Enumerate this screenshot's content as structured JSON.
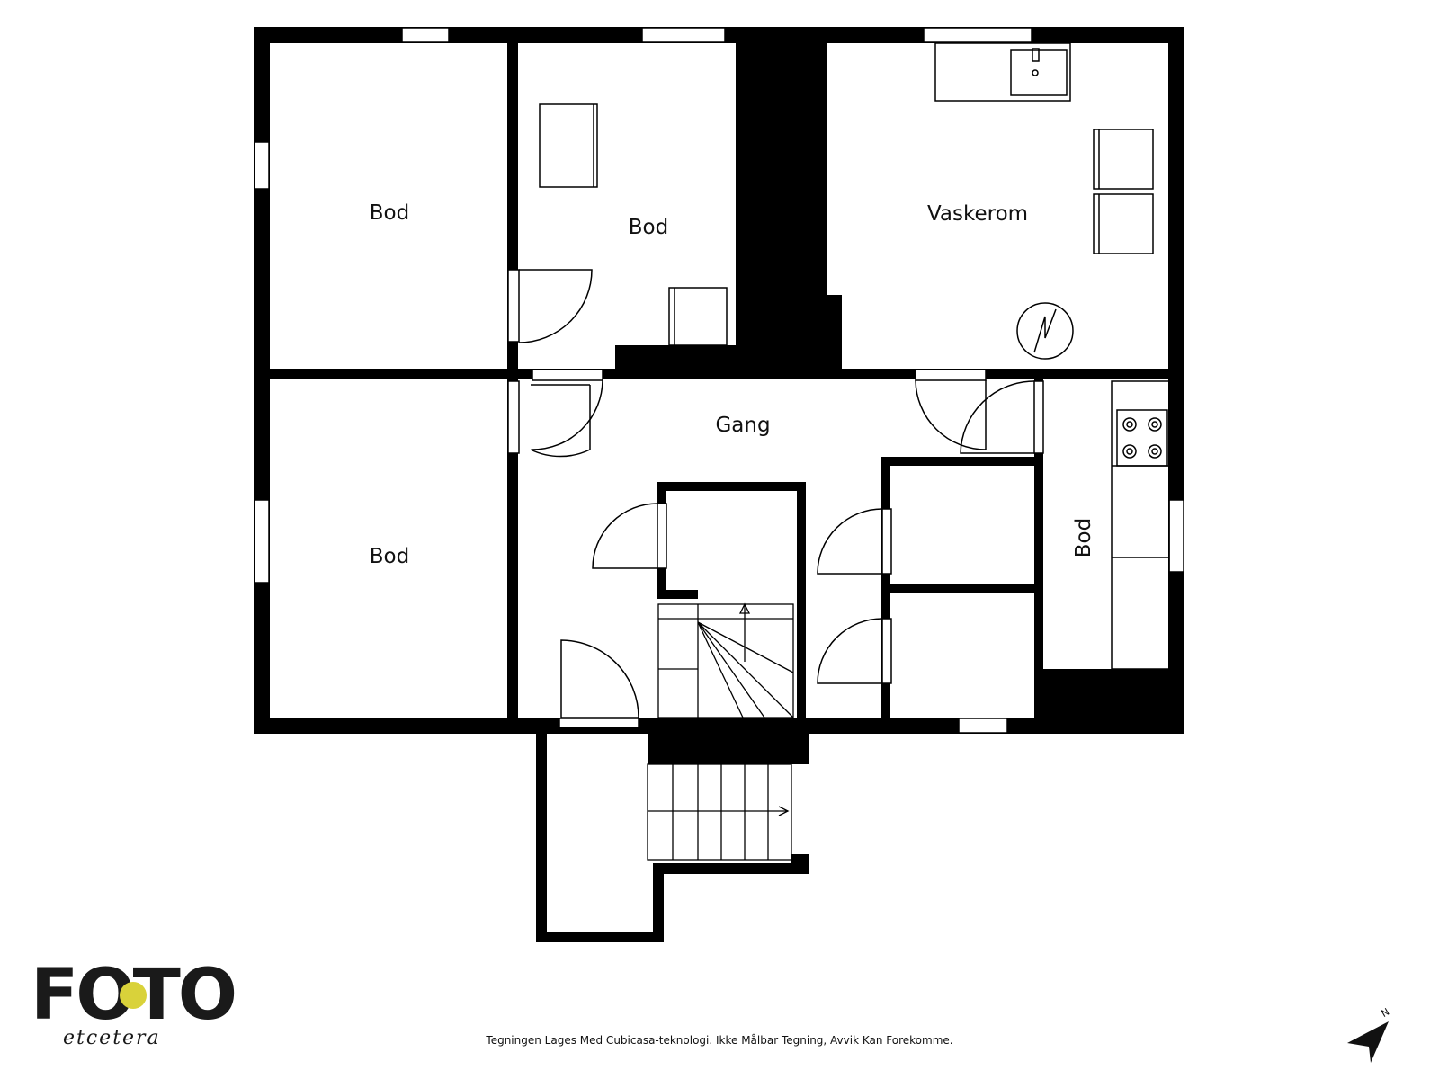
{
  "rooms": {
    "bod_top_left": "Bod",
    "bod_top_middle": "Bod",
    "vaskerom": "Vaskerom",
    "gang": "Gang",
    "bod_bottom_left": "Bod",
    "bod_right": "Bod"
  },
  "footer": {
    "disclaimer": "Tegningen Lages Med Cubicasa-teknologi. Ikke Målbar Tegning, Avvik Kan Forekomme."
  },
  "logo": {
    "word": "FOTO",
    "sub": "etcetera",
    "accent_color": "#d9d23a"
  },
  "compass": {
    "label": "N",
    "icon": "north-arrow-icon"
  },
  "colors": {
    "wall": "#000000",
    "background": "#ffffff"
  }
}
